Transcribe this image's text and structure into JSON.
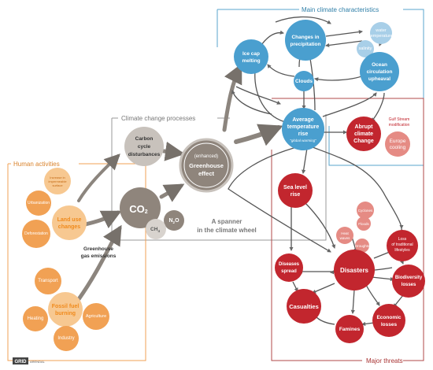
{
  "sections": {
    "main_climate": "Main climate characteristics",
    "climate_processes": "Climate change processes",
    "human_activities": "Human activities",
    "major_threats": "Major threats"
  },
  "labels": {
    "spanner_1": "A spanner",
    "spanner_2": "in the climate wheel",
    "greenhouse_gas_1": "Greenhouse",
    "greenhouse_gas_2": "gas emissions",
    "gulf_1": "Gulf Stream",
    "gulf_2": "modification",
    "footer_logo": "GRID",
    "footer_small": "ARENDAL"
  },
  "nodes": {
    "ice_cap": [
      "Ice cap",
      "melting"
    ],
    "precipitation": [
      "Changes in",
      "precipitation"
    ],
    "water_temp": [
      "water",
      "temperature"
    ],
    "salinity": [
      "salinity"
    ],
    "ocean_circ": [
      "Ocean",
      "circulation",
      "upheaval"
    ],
    "clouds": [
      "Clouds"
    ],
    "avg_temp": [
      "Average",
      "temperature",
      "rise",
      "\"global warming\""
    ],
    "abrupt": [
      "Abrupt",
      "climate",
      "Change"
    ],
    "europe": [
      "Europe",
      "cooling"
    ],
    "carbon": [
      "Carbon",
      "cycle",
      "disturbances"
    ],
    "greenhouse": [
      "(enhanced)",
      "Greenhouse",
      "effect"
    ],
    "co2": [
      "CO",
      "2"
    ],
    "n2o": [
      "N",
      "2",
      "O"
    ],
    "ch4": [
      "CH",
      "4"
    ],
    "sea_level": [
      "Sea level",
      "rise"
    ],
    "impermeable": [
      "Increase in",
      "impermeable",
      "surface"
    ],
    "urbanization": [
      "Urbanization"
    ],
    "land_use": [
      "Land use",
      "changes"
    ],
    "deforestation": [
      "Deforestation"
    ],
    "transport": [
      "Transport"
    ],
    "fossil": [
      "Fossil fuel",
      "burning"
    ],
    "heating": [
      "Heating"
    ],
    "agriculture": [
      "Agriculture"
    ],
    "industry": [
      "Industry"
    ],
    "cyclones": [
      "Cyclones"
    ],
    "floods": [
      "Floods"
    ],
    "heat_waves": [
      "Heat",
      "waves"
    ],
    "droughts": [
      "Droughts"
    ],
    "disasters": [
      "Disasters"
    ],
    "traditional": [
      "Loss",
      "of traditional",
      "lifestyles"
    ],
    "diseases": [
      "Diseases",
      "spread"
    ],
    "casualties": [
      "Casualties"
    ],
    "biodiversity": [
      "Biodiversity",
      "losses"
    ],
    "economic": [
      "Economic",
      "losses"
    ],
    "famines": [
      "Famines"
    ]
  },
  "colors": {
    "blue": "#4a9fcf",
    "light_blue": "#a8cfe8",
    "red": "#c2262e",
    "pink": "#e58b84",
    "orange": "#f1a154",
    "light_orange": "#f7c891",
    "grey": "#8f857c",
    "light_grey": "#c8c2bc",
    "arrow": "#888078"
  }
}
